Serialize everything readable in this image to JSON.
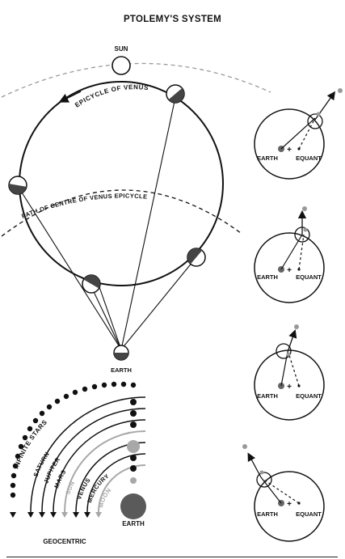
{
  "title": "PTOLEMY'S SYSTEM",
  "main": {
    "sun_label": "SUN",
    "epicycle_label": "EPICYCLE OF VENUS",
    "path_label": "PATH OF CENTRE OF VENUS EPICYCLE",
    "earth_label": "EARTH"
  },
  "insets": [
    {
      "earth_label": "EARTH",
      "equant_label": "EQUANT"
    },
    {
      "earth_label": "EARTH",
      "equant_label": "EQUANT"
    },
    {
      "earth_label": "EARTH",
      "equant_label": "EQUANT"
    },
    {
      "earth_label": "EARTH",
      "equant_label": "EQUANT"
    }
  ],
  "geocentric": {
    "caption": "GEOCENTRIC",
    "earth_label": "EARTH",
    "shells": [
      "INFINITE STARS",
      "SATURN",
      "JUPITER",
      "MARS",
      "SUN",
      "VENUS",
      "MERCURY",
      "MOON"
    ]
  },
  "colors": {
    "ink": "#111111",
    "grey_shell": "#a8a8a8",
    "planet_dark": "#444444",
    "earth_disc": "#5a5a5a",
    "dashed_grey": "#9a9a9a"
  }
}
